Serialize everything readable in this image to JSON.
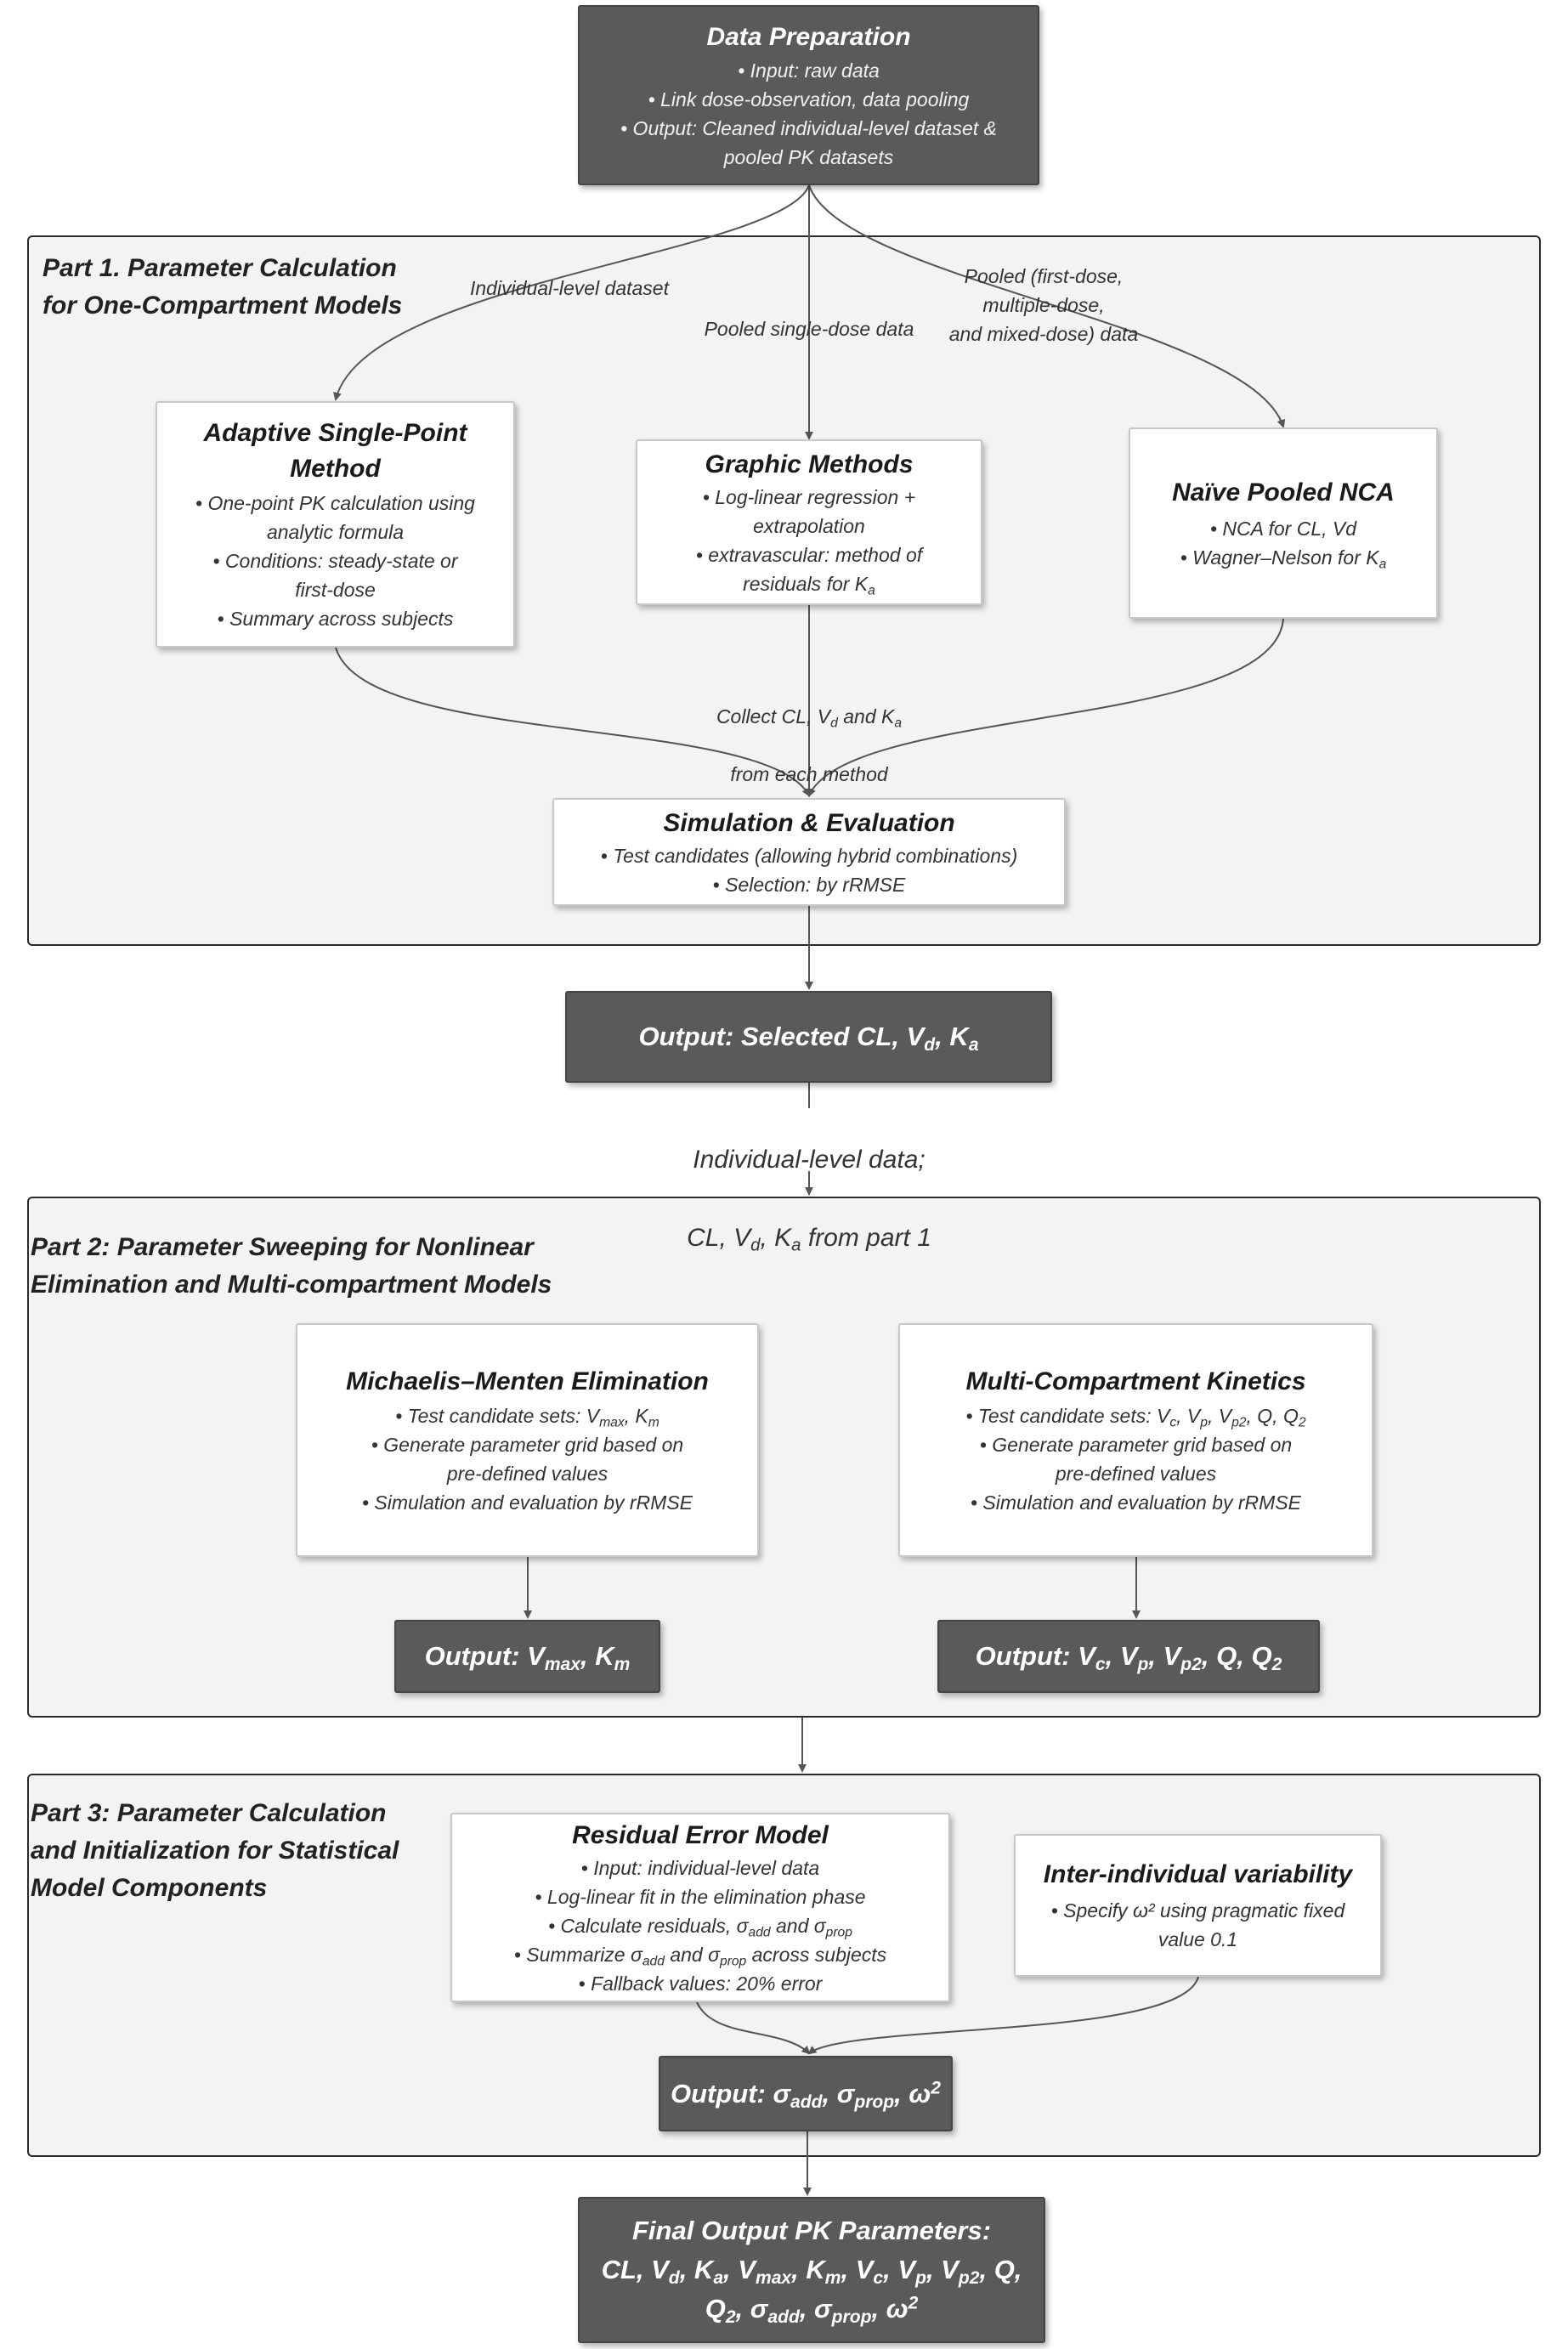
{
  "data_prep": {
    "title": "Data Preparation",
    "lines": [
      "• Input: raw data",
      "• Link dose-observation, data pooling",
      "• Output: Cleaned individual-level dataset &",
      "pooled PK datasets"
    ]
  },
  "part1": {
    "title": "Part 1. Parameter Calculation\nfor One-Compartment Models",
    "edge_labels": {
      "individual": "Individual-level dataset",
      "pooled_single": "Pooled single-dose data",
      "pooled_multi": "Pooled (first-dose,\nmultiple-dose,\nand mixed-dose) data",
      "collect_a": "Collect CL, V",
      "collect_b": " and K",
      "collect_c": "from each method"
    },
    "adaptive": {
      "title_1": "Adaptive Single-Point",
      "title_2": "Method",
      "lines": [
        "• One-point PK calculation using",
        "analytic formula",
        "• Conditions: steady-state or",
        "first-dose",
        "• Summary across subjects"
      ]
    },
    "graphic": {
      "title": "Graphic Methods",
      "lines": [
        "• Log-linear regression  +",
        "extrapolation",
        "• extravascular: method of"
      ],
      "last_a": "residuals for K"
    },
    "nca": {
      "title": "Naïve Pooled NCA",
      "line1": "• NCA for CL, Vd",
      "line2_a": "• Wagner–Nelson for K"
    },
    "sim": {
      "title": "Simulation & Evaluation",
      "lines": [
        "• Test candidates (allowing hybrid combinations)",
        "• Selection: by rRMSE"
      ]
    }
  },
  "output1": {
    "a": "Output: Selected  CL, V",
    "b": ", K"
  },
  "between_1_2": {
    "line1": "Individual-level data;",
    "a": "CL, V",
    "b": ", K",
    "c": " from part 1"
  },
  "part2": {
    "title": "Part 2: Parameter Sweeping for Nonlinear\nElimination and Multi-compartment Models",
    "mm": {
      "title": "Michaelis–Menten Elimination",
      "line1_a": "• Test candidate sets: V",
      "line1_b": ", K",
      "lines": [
        "• Generate parameter grid based on",
        "pre-defined values",
        "• Simulation and evaluation by rRMSE"
      ]
    },
    "mc": {
      "title": "Multi-Compartment Kinetics",
      "line1_a": "• Test candidate sets: V",
      "line1_b": ", V",
      "line1_c": ", V",
      "line1_d": ", Q, Q",
      "lines": [
        "•  Generate parameter grid based on",
        "pre-defined values",
        "•  Simulation and evaluation by rRMSE"
      ]
    },
    "out_mm": {
      "a": "Output: V",
      "b": ", K"
    },
    "out_mc": {
      "a": "Output: V",
      "b": ", V",
      "c": ", V",
      "d": ", Q, Q"
    }
  },
  "part3": {
    "title": "Part 3:  Parameter Calculation\nand Initialization for Statistical\nModel Components",
    "rem": {
      "title": "Residual Error Model",
      "lines": [
        "• Input: individual-level data",
        "• Log-linear fit in the elimination phase"
      ],
      "line3_a": "• Calculate residuals, σ",
      "line3_b": " and σ",
      "line4_a": "• Summarize σ",
      "line4_b": " and σ",
      "line4_c": " across subjects",
      "line5": "• Fallback values: 20% error"
    },
    "iiv": {
      "title": "Inter-individual variability",
      "line1": "• Specify ω² using pragmatic fixed",
      "line2": "value 0.1"
    },
    "out3": {
      "a": "Output:  σ",
      "b": ", σ",
      "c": ", ω"
    }
  },
  "final": {
    "title": "Final Output PK Parameters:",
    "l1": [
      "CL, V",
      ", K",
      ", V",
      ", K",
      ", V",
      ", V",
      ", V",
      ", Q,"
    ],
    "l2": [
      "Q",
      ", σ",
      ", σ",
      ", ω"
    ]
  },
  "subscripts": {
    "d": "d",
    "a": "a",
    "max": "max",
    "m": "m",
    "c": "c",
    "p": "p",
    "p2": "p2",
    "2": "2",
    "add": "add",
    "prop": "prop",
    "sq": "2"
  },
  "colors": {
    "dark_box": "#5a5a5a",
    "panel": "#f3f3f3",
    "arrow": "#555555"
  }
}
